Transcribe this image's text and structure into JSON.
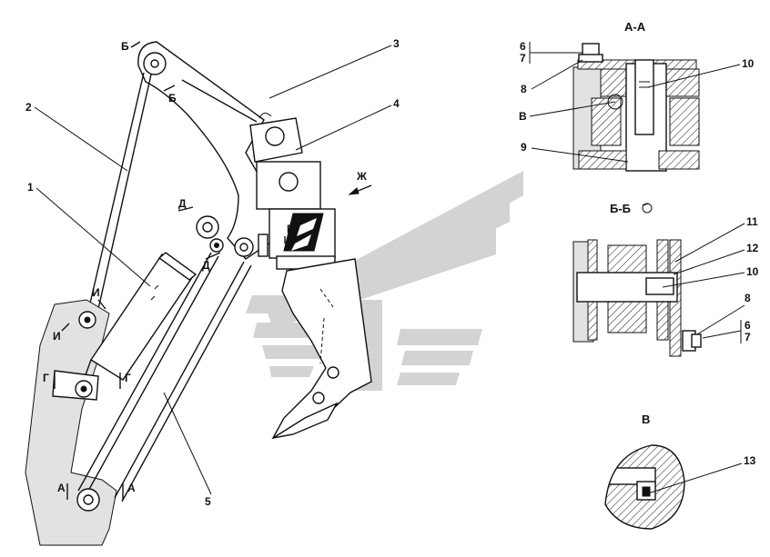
{
  "section_titles": {
    "aa": "А-А",
    "bb": "Б-Б",
    "v": "В"
  },
  "main_view": {
    "part_numbers": [
      "1",
      "2",
      "3",
      "4",
      "5"
    ],
    "section_marks": {
      "b_top": "Б",
      "b_bottom": "Б",
      "d_left": "Д",
      "d_right": "Д",
      "e": "Е",
      "zh": "Ж",
      "i_top": "И",
      "i_bottom": "И",
      "g_left": "Г",
      "g_right": "Г",
      "a_left": "А",
      "a_right": "А"
    }
  },
  "section_aa": {
    "labels": {
      "p6": "6",
      "p7": "7",
      "p8": "8",
      "p10": "10",
      "v": "В",
      "p9": "9"
    }
  },
  "section_bb": {
    "labels": {
      "p11": "11",
      "p12": "12",
      "p10": "10",
      "p8": "8",
      "p6": "6",
      "p7": "7"
    }
  },
  "detail_v": {
    "labels": {
      "p13": "13"
    }
  }
}
